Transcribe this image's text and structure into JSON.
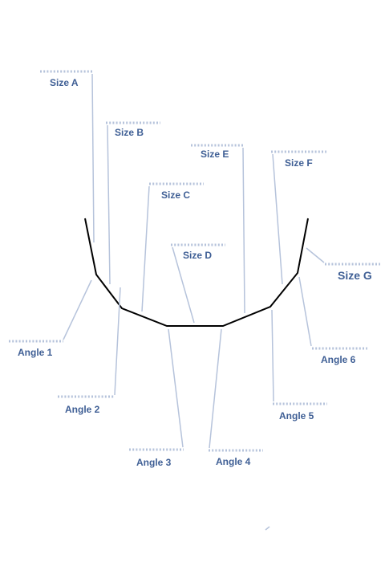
{
  "diagram": {
    "size_labels": {
      "a": "Size A",
      "b": "Size B",
      "c": "Size C",
      "d": "Size D",
      "e": "Size E",
      "f": "Size F",
      "g": "Size G"
    },
    "angle_labels": {
      "1": "Angle 1",
      "2": "Angle 2",
      "3": "Angle 3",
      "4": "Angle 4",
      "5": "Angle 5",
      "6": "Angle 6"
    },
    "colors": {
      "label": "#3f5f95",
      "leader": "#b6c3db",
      "profile": "#000000"
    }
  }
}
